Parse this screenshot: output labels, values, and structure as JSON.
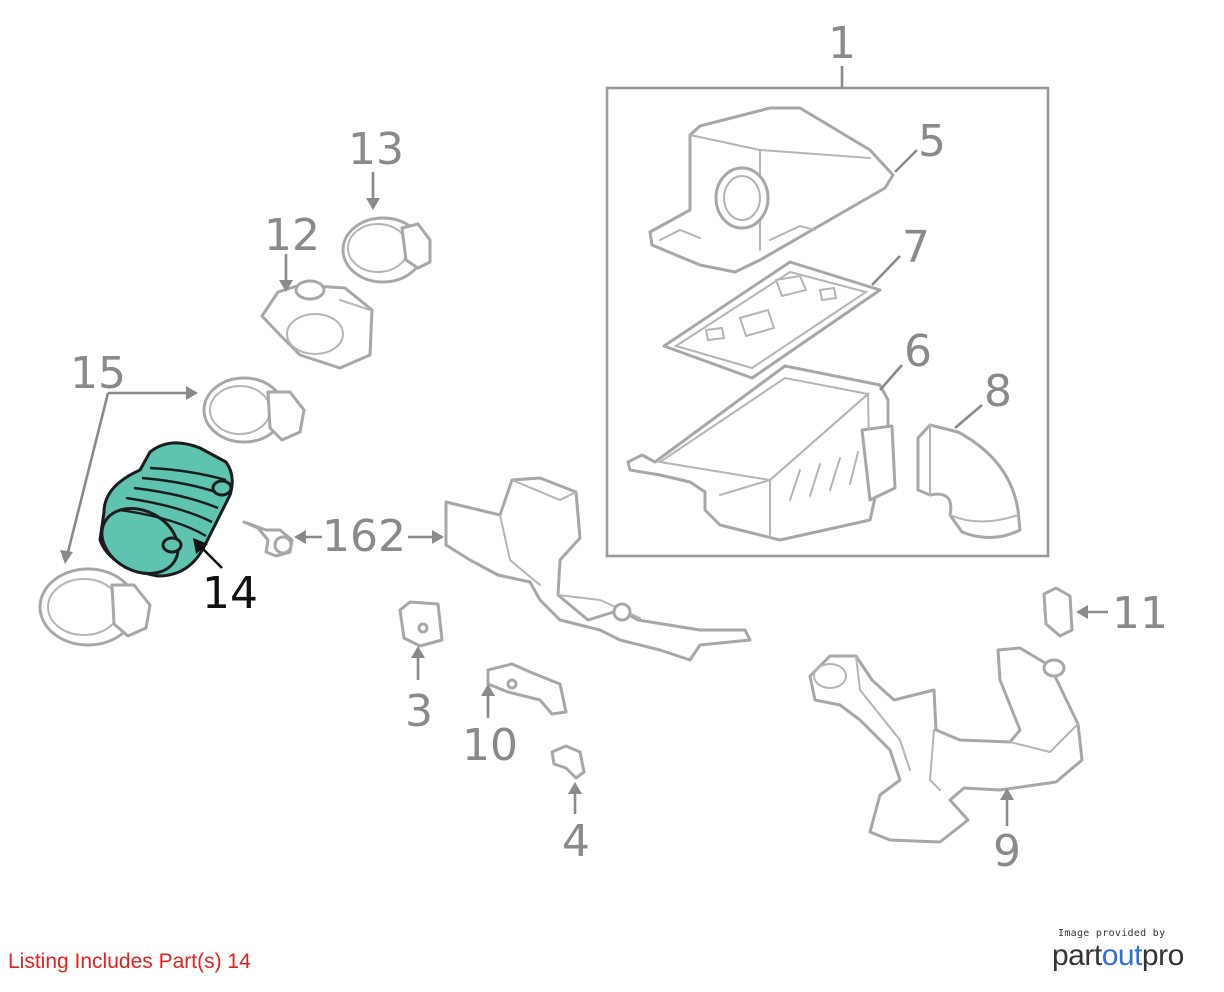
{
  "callouts": {
    "c1": "1",
    "c5": "5",
    "c7": "7",
    "c6": "6",
    "c8": "8",
    "c13": "13",
    "c12": "12",
    "c15": "15",
    "c14": "14",
    "c162": "162",
    "c3": "3",
    "c10": "10",
    "c4": "4",
    "c11": "11",
    "c9": "9"
  },
  "listing": {
    "text": "Listing Includes Part(s) 14"
  },
  "credit": {
    "caption": "Image provided by",
    "brand_main": "part",
    "brand_accent": "out",
    "brand_end": "pro"
  },
  "colors": {
    "highlight": "#5ec4b0",
    "callout": "#8a8a8a",
    "listing": "#e8201c",
    "brand_accent": "#2f6fd6"
  }
}
